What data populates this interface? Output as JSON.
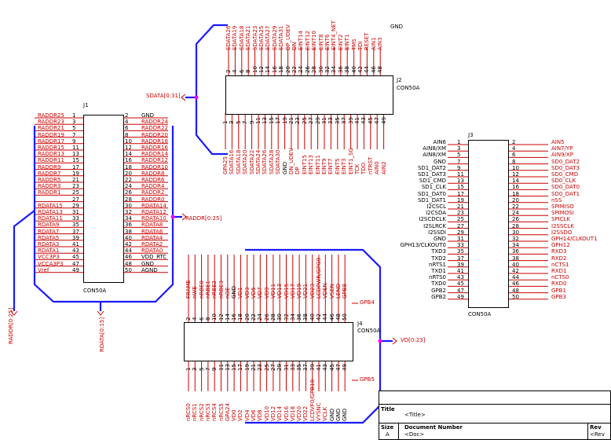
{
  "j1": {
    "ref": "J1",
    "type": "CON50A",
    "left": [
      "RADDR25",
      "RADDR23",
      "RADDR21",
      "RADDR19",
      "RADDR17",
      "RADDR15",
      "RADDR13",
      "RADDR11",
      "RADDR9",
      "RADDR7",
      "RADDR5",
      "RADDR3",
      "RADDR1",
      "",
      "RDATA15",
      "RDATA13",
      "RDATA11",
      "RDATA9",
      "RDATA7",
      "RDATA5",
      "RDATA3",
      "RDATA1",
      "VCC3P3",
      "VCCA3P3",
      "Vref"
    ],
    "left_pins": [
      "1",
      "3",
      "5",
      "7",
      "9",
      "11",
      "13",
      "15",
      "17",
      "19",
      "21",
      "23",
      "25",
      "27",
      "29",
      "31",
      "33",
      "35",
      "37",
      "39",
      "41",
      "43",
      "45",
      "47",
      "49"
    ],
    "right": [
      "GND",
      "RADDR24",
      "RADDR22",
      "RADDR20",
      "RADDR18",
      "RADDR16",
      "RADDR14",
      "RADDR12",
      "RADDR10",
      "RADDR8",
      "RADDR6",
      "RADDR4",
      "RADDR2",
      "RADDR0",
      "RDATA14",
      "RDATA12",
      "RDATA10",
      "RDATA8",
      "RDATA6",
      "RDATA4",
      "RDATA2",
      "RDATA0",
      "VDD_RTC",
      "GND",
      "AGND"
    ],
    "right_pins": [
      "2",
      "4",
      "6",
      "8",
      "10",
      "12",
      "14",
      "16",
      "18",
      "20",
      "22",
      "24",
      "26",
      "28",
      "30",
      "32",
      "34",
      "36",
      "38",
      "40",
      "42",
      "44",
      "46",
      "48",
      "50"
    ],
    "gnd": "GND"
  },
  "j2": {
    "ref": "J2",
    "type": "CON50A",
    "top": [
      "SDATA26",
      "SDATA19",
      "SDATA18",
      "SDATA21",
      "SDATA23",
      "SDATA25",
      "SDATA27",
      "SDATA29",
      "SDATA31",
      "DP_UDEV",
      "DN",
      "EINT14",
      "EINT12",
      "EINT10",
      "EINT8",
      "EINT6",
      "EINT4_NET",
      "EINT2",
      "EINT1",
      "TMS",
      "TDI",
      "RESET",
      "AIN1",
      "AIN3"
    ],
    "top_pins": [
      "2",
      "4",
      "6",
      "8",
      "10",
      "12",
      "14",
      "16",
      "18",
      "20",
      "22",
      "24",
      "26",
      "28",
      "30",
      "32",
      "34",
      "36",
      "38",
      "40",
      "42",
      "44",
      "46",
      "48"
    ],
    "bottom": [
      "GPA25",
      "SDATA16",
      "SDATA18",
      "SDATA20",
      "SDATA22",
      "SDATA24",
      "SDATA26",
      "SDATA28",
      "SDATA30",
      "GND",
      "DN_UDEV",
      "DP",
      "EINT15",
      "EINT13",
      "EINT11",
      "EINT9",
      "EINT7",
      "EINT5",
      "EINT3",
      "EINT1_SG",
      "TCK",
      "TDO",
      "nTRST",
      "AIN0",
      "AIN2"
    ],
    "bottom_pins": [
      "1",
      "3",
      "5",
      "7",
      "9",
      "11",
      "13",
      "15",
      "17",
      "19",
      "21",
      "23",
      "25",
      "27",
      "29",
      "31",
      "33",
      "35",
      "37",
      "39",
      "41",
      "43",
      "45",
      "47",
      "49"
    ],
    "gnd": "GND"
  },
  "j3": {
    "ref": "J3",
    "type": "CON50A",
    "left": [
      "AIN6",
      "AIN8/XM",
      "AIN8/XM",
      "GND",
      "SD1_DAT2",
      "SD1_DAT3",
      "SD1_CMD",
      "SD1_CLK",
      "SD1_DAT0",
      "SD1_DAT1",
      "I2CSCL",
      "I2CSDA",
      "I2SCDCLK",
      "I2SLRCK",
      "I2SSDI",
      "GND",
      "GPH13/CLKOUT0",
      "TXD3",
      "TXD2",
      "nRTS1",
      "TXD1",
      "nRTS0",
      "TXD0",
      "GPB2",
      "GPB2"
    ],
    "left_pins": [
      "1",
      "3",
      "5",
      "7",
      "9",
      "11",
      "13",
      "15",
      "17",
      "19",
      "21",
      "23",
      "25",
      "27",
      "29",
      "31",
      "33",
      "35",
      "37",
      "39",
      "41",
      "43",
      "45",
      "47",
      "49"
    ],
    "right": [
      "AIN5",
      "AIN7/YP",
      "AIN9/XP",
      "SD0_DAT2",
      "SD0_DAT3",
      "SD0_CMD",
      "SD0_CLK",
      "SD0_DAT0",
      "SD0_DAT1",
      "nSS",
      "SPIMISO",
      "SPIMOSI",
      "SPICLK",
      "I2SSCLK",
      "I2SSDO",
      "GPH14/CLKOUT1",
      "GPH12",
      "RXD3",
      "RXD2",
      "nCTS1",
      "RXD1",
      "nCTS0",
      "RXD0",
      "GPB1",
      "GPB3"
    ],
    "right_pins": [
      "2",
      "4",
      "6",
      "8",
      "10",
      "12",
      "14",
      "16",
      "18",
      "20",
      "22",
      "24",
      "26",
      "28",
      "30",
      "32",
      "34",
      "36",
      "38",
      "40",
      "42",
      "44",
      "46",
      "48",
      "50"
    ]
  },
  "j4": {
    "ref": "J4",
    "type": "CON50A",
    "top": [
      "FRAME",
      "nWE",
      "nRBE0",
      "nRBE1",
      "nRBE2",
      "nRBE3",
      "nOE",
      "GND",
      "VD1",
      "VD3",
      "VD5",
      "VD7",
      "VD9",
      "VD11",
      "VD13",
      "VD15",
      "VD17",
      "VD19",
      "VD21",
      "VD23",
      "LCDPWR/GPG9",
      "VDEN",
      "VSEN",
      "LEND",
      "GPB8"
    ],
    "top_pins": [
      "2",
      "4",
      "6",
      "8",
      "10",
      "12",
      "14",
      "16",
      "18",
      "20",
      "22",
      "24",
      "26",
      "28",
      "30",
      "32",
      "34",
      "36",
      "38",
      "40",
      "42",
      "44",
      "46",
      "48",
      "50"
    ],
    "bottom": [
      "nRCS0",
      "nRCS1",
      "nRCS2",
      "nRCS3",
      "nRCS4",
      "nRCS5",
      "GPA24",
      "VD0",
      "VD2",
      "VD4",
      "VD6",
      "VD8",
      "VD10",
      "VD12",
      "VD14",
      "VD16",
      "VD18",
      "VD20",
      "VD22",
      "LCDVF0/GPB10",
      "VYSNC",
      "VCLK",
      "GND",
      "GND",
      "GND"
    ],
    "bottom_pins": [
      "1",
      "3",
      "5",
      "7",
      "9",
      "11",
      "13",
      "15",
      "17",
      "19",
      "21",
      "23",
      "25",
      "27",
      "29",
      "31",
      "33",
      "35",
      "37",
      "39",
      "41",
      "43",
      "45",
      "47",
      "49"
    ],
    "gpb4": "GPB4",
    "gpb5": "GPB5"
  },
  "buses": {
    "sdata": "SDATA[0:31]",
    "raddr": "RADDR[0:25]",
    "raddr_left": "RADDR[0:25]",
    "rdata": "RDATA[0:15]",
    "vd": "VD[0:23]"
  },
  "title_block": {
    "title_label": "Title",
    "title_value": "<Title>",
    "size_label": "Size",
    "size_value": "A",
    "docnum_label": "Document Number",
    "docnum_value": "<Doc>",
    "rev_label": "Rev",
    "rev_value": "<Rev"
  }
}
